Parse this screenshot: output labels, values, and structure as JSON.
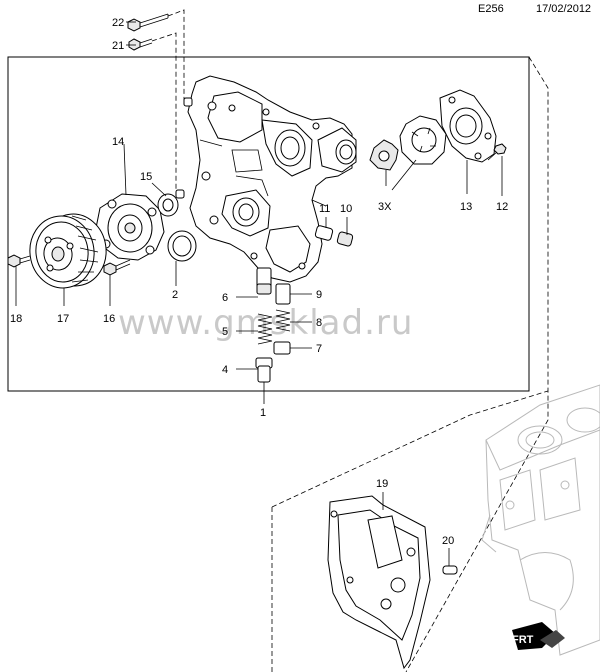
{
  "header": {
    "diagram_code": "E256",
    "date": "17/02/2012"
  },
  "watermark": "www.gmsklad.ru",
  "callouts": {
    "c1": "1",
    "c2": "2",
    "c3x": "3X",
    "c4": "4",
    "c5": "5",
    "c6": "6",
    "c7": "7",
    "c8": "8",
    "c9": "9",
    "c10": "10",
    "c11": "11",
    "c12": "12",
    "c13": "13",
    "c14": "14",
    "c15": "15",
    "c16": "16",
    "c17": "17",
    "c18": "18",
    "c19": "19",
    "c20": "20",
    "c21": "21",
    "c22": "22"
  },
  "orientation_badge": "FRT"
}
